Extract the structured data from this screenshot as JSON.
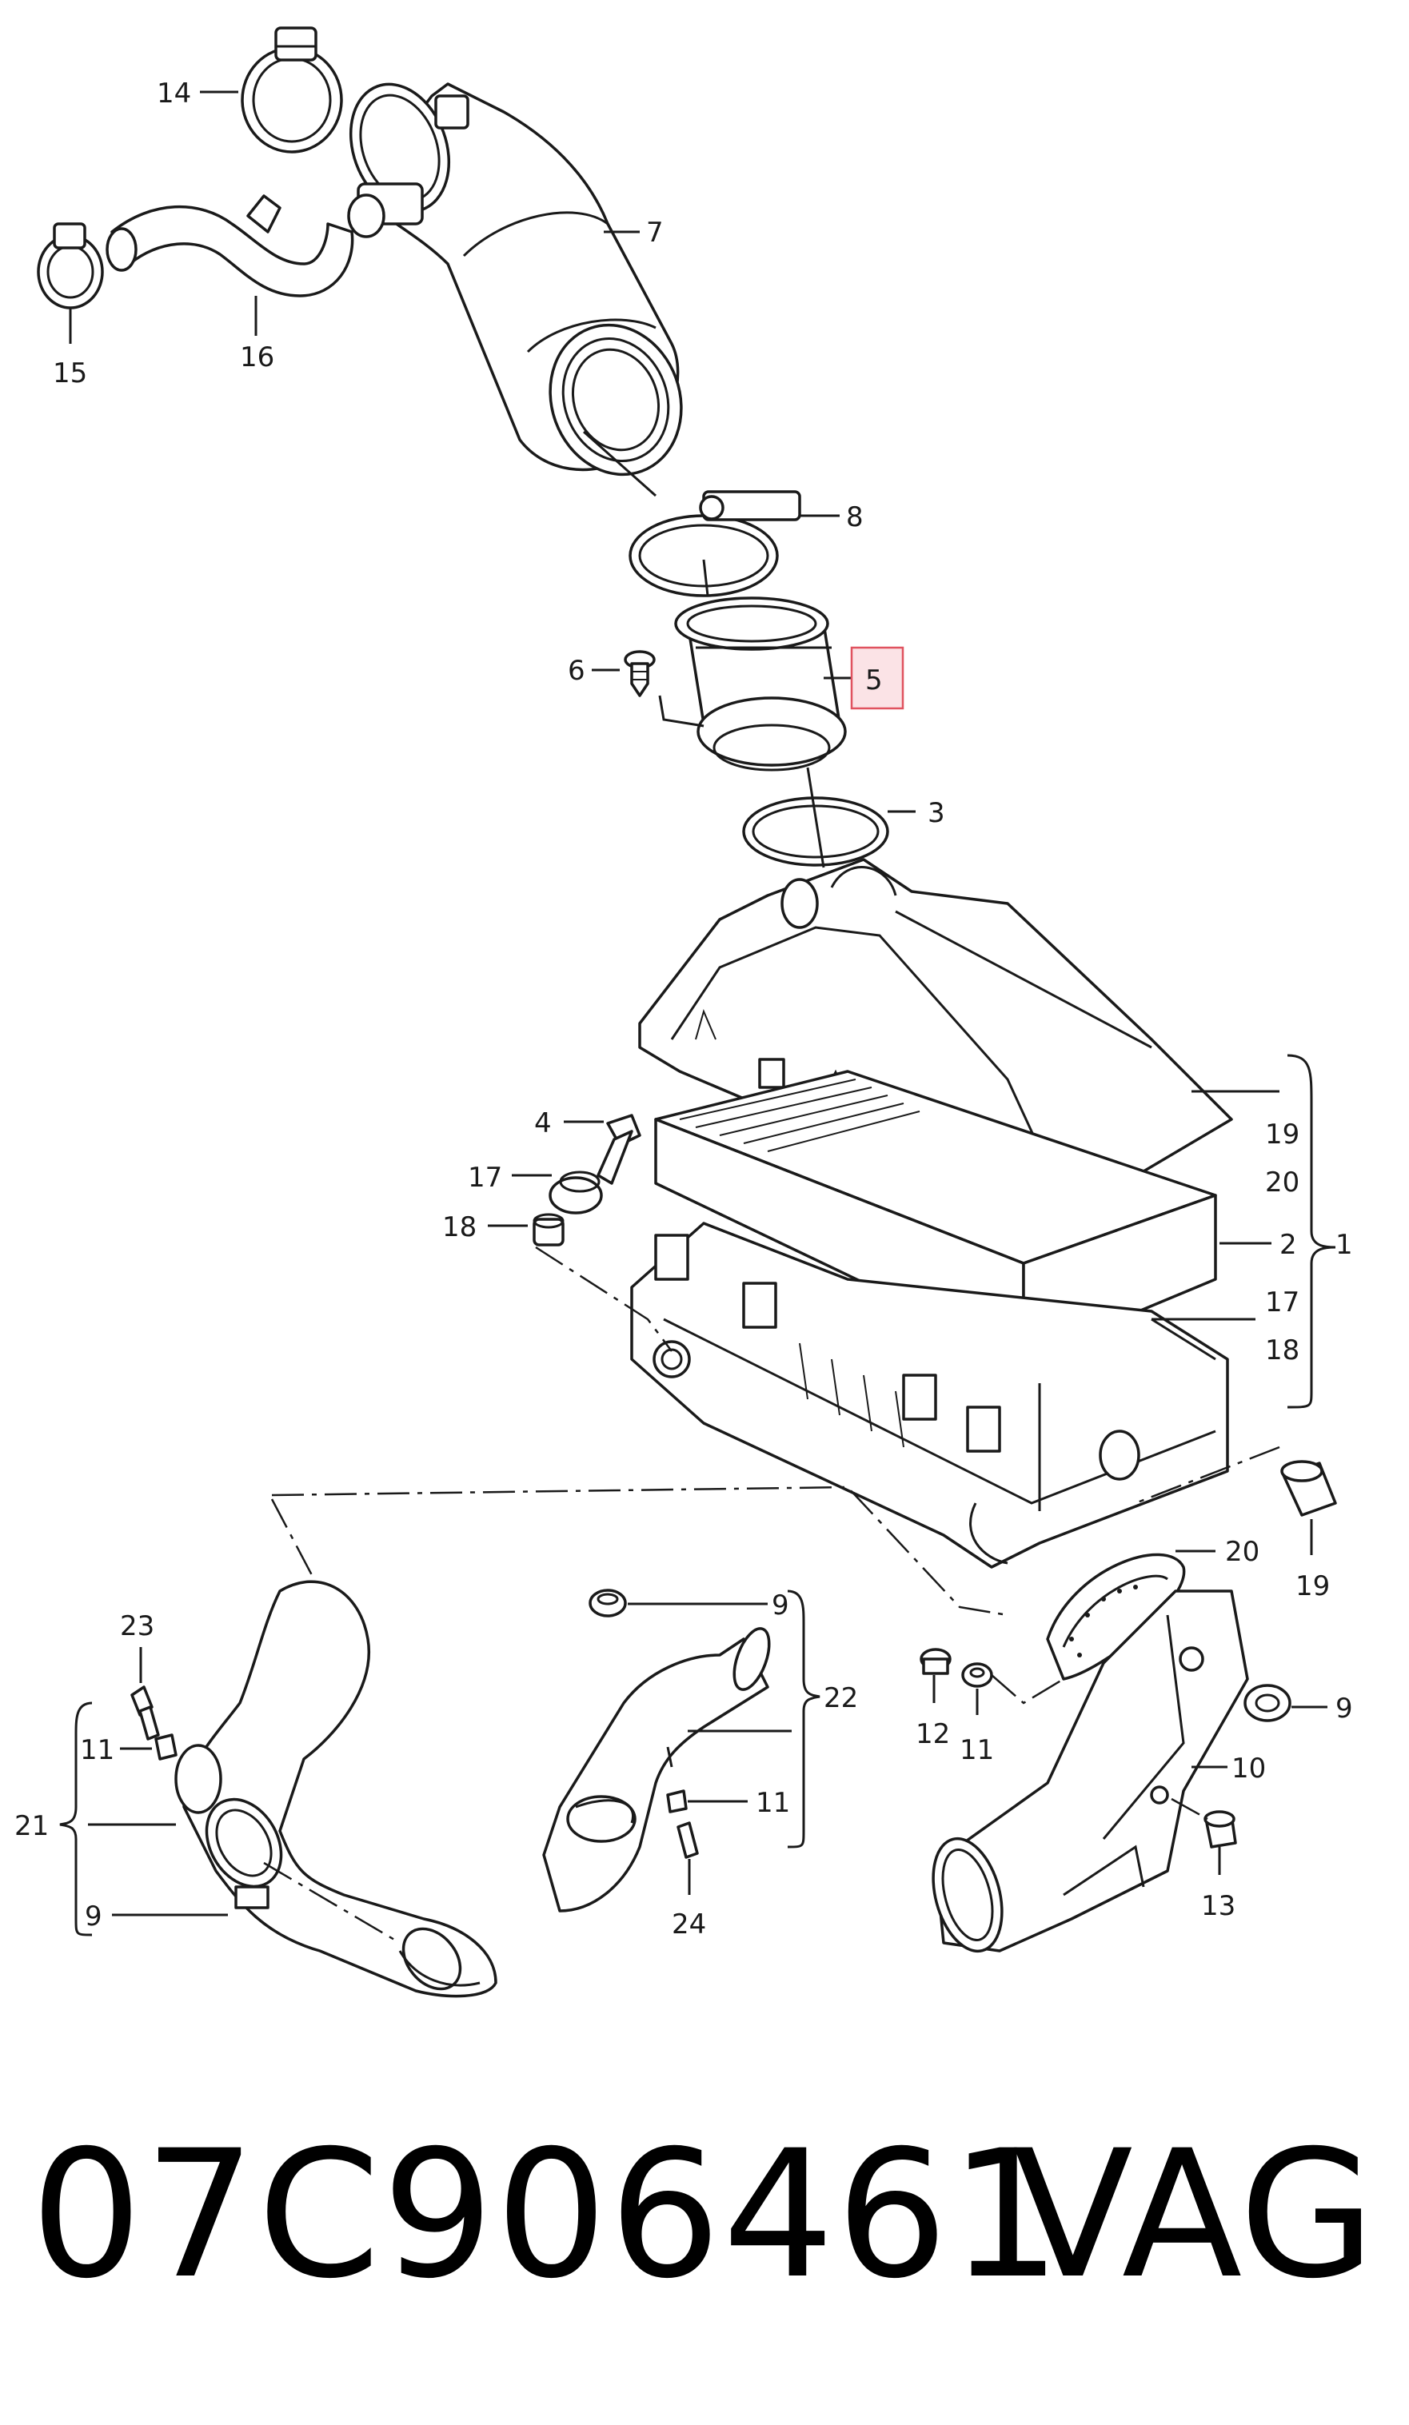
{
  "footer": {
    "part_number": "07C906461",
    "brand": "VAG"
  },
  "highlighted_label": "5",
  "callouts": {
    "c1": "1",
    "c2": "2",
    "c3": "3",
    "c4": "4",
    "c5": "5",
    "c6": "6",
    "c7": "7",
    "c8": "8",
    "c9a": "9",
    "c9b": "9",
    "c9c": "9",
    "c10": "10",
    "c11a": "11",
    "c11b": "11",
    "c11c": "11",
    "c12": "12",
    "c13": "13",
    "c14": "14",
    "c15": "15",
    "c16": "16",
    "c17a": "17",
    "c17b": "17",
    "c18a": "18",
    "c18b": "18",
    "c19a": "19",
    "c19b": "19",
    "c20a": "20",
    "c20b": "20",
    "c21": "21",
    "c22": "22",
    "c23": "23",
    "c24": "24"
  },
  "colors": {
    "line": "#1a1a1a",
    "highlight_fill": "#fbe3e6",
    "highlight_stroke": "#e0525f"
  }
}
